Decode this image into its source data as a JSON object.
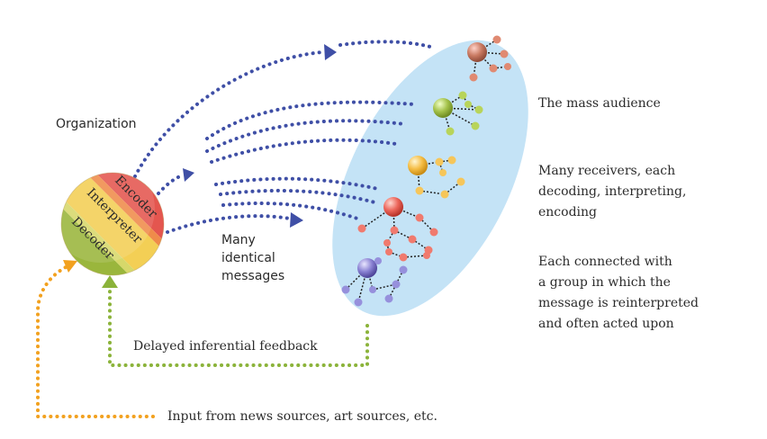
{
  "labels": {
    "organization": "Organization",
    "many_identical_messages": [
      "Many",
      "identical",
      "messages"
    ],
    "mass_audience": "The mass audience",
    "many_receivers": [
      "Many receivers, each",
      "decoding, interpreting,",
      "encoding"
    ],
    "each_connected": [
      "Each connected with",
      "a group in which the",
      "message is reinterpreted",
      "and often acted upon"
    ],
    "delayed_feedback": "Delayed inferential feedback",
    "input_sources": "Input from news sources, art sources, etc."
  },
  "organization_circle": {
    "bands": [
      "Encoder",
      "Interpreter",
      "Decoder"
    ]
  },
  "colors": {
    "message_arrows": "#3f4fa6",
    "feedback_arrow": "#8bb33a",
    "input_arrow": "#f2a11f",
    "audience_ellipse": "#bfe0f5",
    "encoder_band": "#9ab63c",
    "interpreter_band": "#f2c94a",
    "decoder_band": "#e4564f",
    "node_colors": [
      "#b86b55",
      "#9ab63c",
      "#f2b43c",
      "#e45a4f",
      "#7b73c4"
    ]
  }
}
